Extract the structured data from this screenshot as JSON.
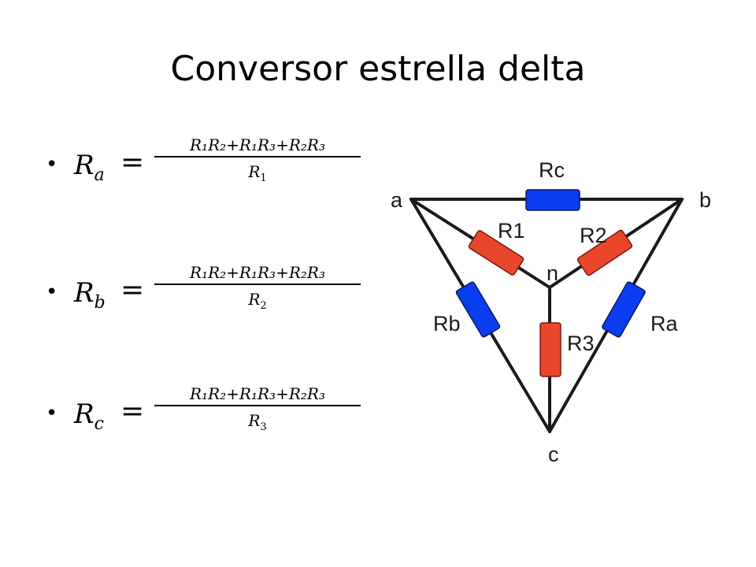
{
  "title": "Conversor estrella delta",
  "formulas": [
    {
      "lhs_base": "R",
      "lhs_sub": "a",
      "eq": "=",
      "numerator": "R₁R₂+R₁R₃+R₂R₃",
      "den_base": "R",
      "den_sub": "1",
      "bullet": "•"
    },
    {
      "lhs_base": "R",
      "lhs_sub": "b",
      "eq": "=",
      "numerator": "R₁R₂+R₁R₃+R₂R₃",
      "den_base": "R",
      "den_sub": "2",
      "bullet": "•"
    },
    {
      "lhs_base": "R",
      "lhs_sub": "c",
      "eq": "=",
      "numerator": "R₁R₂+R₁R₃+R₂R₃",
      "den_base": "R",
      "den_sub": "3",
      "bullet": "•"
    }
  ],
  "diagram": {
    "nodes": {
      "a": "a",
      "b": "b",
      "c": "c",
      "n": "n"
    },
    "resistors": {
      "Rc": "Rc",
      "Rb": "Rb",
      "Ra": "Ra",
      "R1": "R1",
      "R2": "R2",
      "R3": "R3"
    },
    "colors": {
      "delta": "#0a3cf0",
      "star": "#e8472b",
      "wire": "#1a1a1a"
    }
  }
}
